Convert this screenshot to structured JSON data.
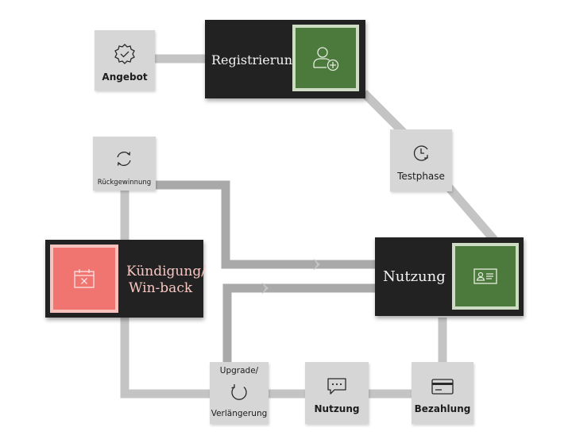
{
  "colors": {
    "connector": "#c4c4c4",
    "connector_dark": "#a9a9a9",
    "gray_box": "#d6d6d6",
    "dark_box": "#222222",
    "green_tile": "#4c7a3d",
    "green_frame": "#cfdcc4",
    "red_tile": "#f07570",
    "red_frame": "#f8c2be"
  },
  "nodes": {
    "angebot": {
      "label": "Angebot",
      "icon": "badge-check-icon"
    },
    "registrierung": {
      "label": "Registrierung",
      "icon": "add-user-icon"
    },
    "testphase": {
      "label": "Testphase",
      "icon": "clock-arrow-icon"
    },
    "rueckgewinnung": {
      "label": "Rückgewinnung",
      "icon": "refresh-arrows-icon"
    },
    "kuendigung": {
      "label_line1": "Kündigung/",
      "label_line2": "Win-back",
      "icon": "calendar-cancel-icon"
    },
    "nutzung_main": {
      "label": "Nutzung",
      "icon": "id-card-icon"
    },
    "upgrade": {
      "label_line1": "Upgrade/",
      "label_line2": "Verlängerung",
      "icon": "renew-arrow-icon"
    },
    "nutzung_small": {
      "label": "Nutzung",
      "icon": "chat-bubble-icon"
    },
    "bezahlung": {
      "label": "Bezahlung",
      "icon": "credit-card-icon"
    }
  }
}
